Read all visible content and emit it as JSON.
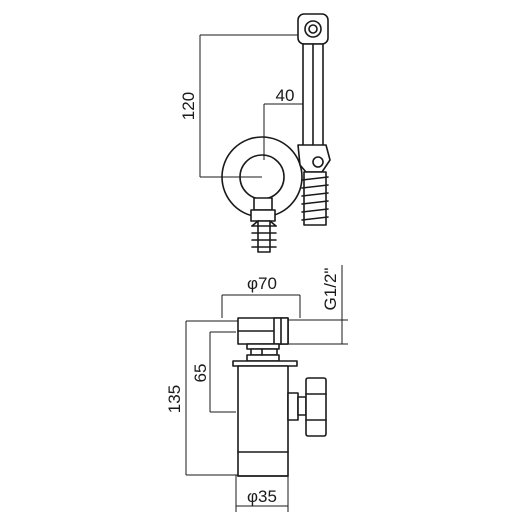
{
  "dimensions": {
    "top_height": "120",
    "top_width": "40",
    "flange_diameter": "φ70",
    "thread": "G1/2\"",
    "inner_height": "65",
    "total_height": "135",
    "body_diameter": "φ35"
  }
}
